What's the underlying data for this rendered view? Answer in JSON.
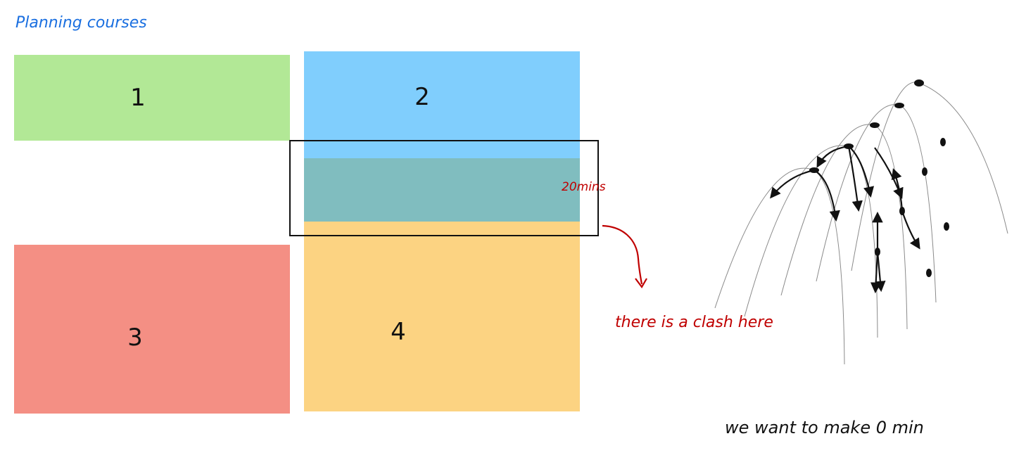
{
  "title": "Planning courses",
  "blocks": [
    {
      "id": "1",
      "label": "1",
      "color": "#b2e896"
    },
    {
      "id": "2",
      "label": "2",
      "color": "#80cefd"
    },
    {
      "id": "3",
      "label": "3",
      "color": "#f48f84"
    },
    {
      "id": "4",
      "label": "4",
      "color": "#fcd382"
    }
  ],
  "overlap_color": "#80bdbf",
  "annotations": {
    "duration": "20mins",
    "clash": "there is a clash here",
    "goal": "we want to make 0 min"
  },
  "colors": {
    "title": "#1a6fe0",
    "annotation_red": "#c00000",
    "ink": "#111111"
  }
}
